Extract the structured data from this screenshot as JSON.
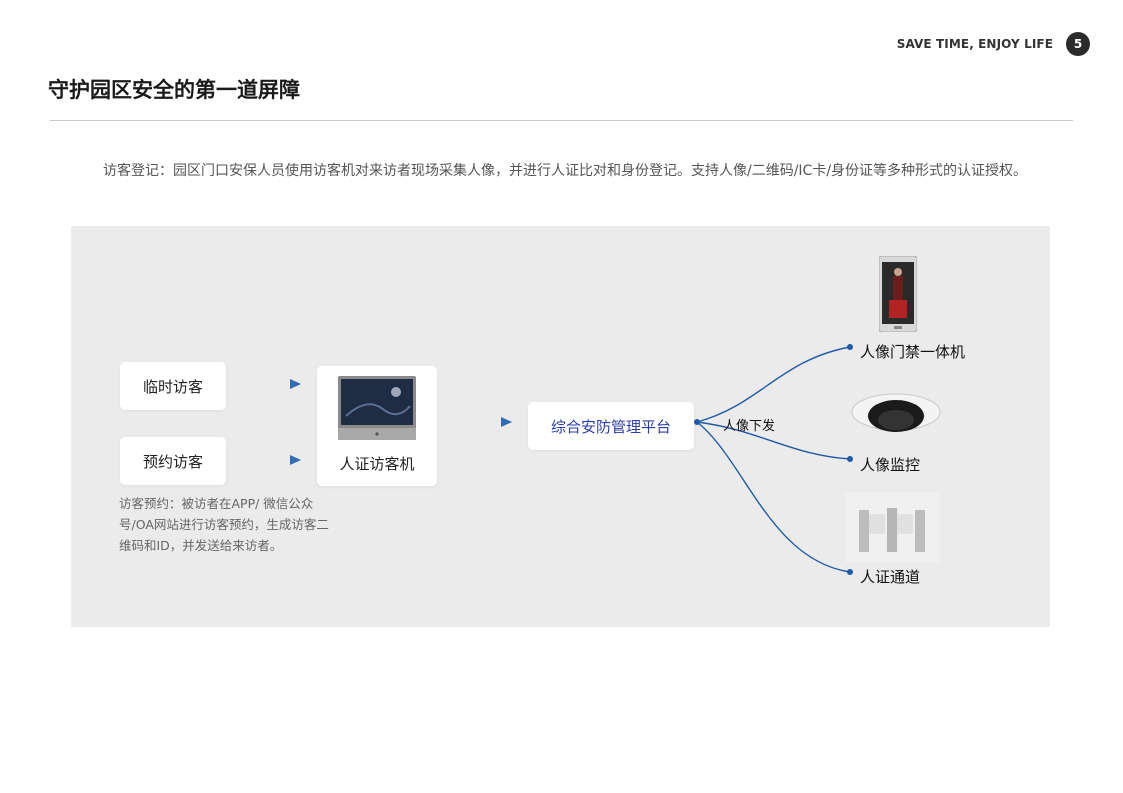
{
  "header": {
    "slogan": "SAVE TIME, ENJOY LIFE",
    "page_number": "5"
  },
  "title": "守护园区安全的第一道屏障",
  "intro": "访客登记：园区门口安保人员使用访客机对来访者现场采集人像，并进行人证比对和身份登记。支持人像/二维码/IC卡/身份证等多种形式的认证授权。",
  "diagram": {
    "visitor_temp": "临时访客",
    "visitor_booked": "预约访客",
    "booking_note": "访客预约：被访者在APP/ 微信公众号/OA网站进行访客预约，生成访客二维码和ID，并发送给来访者。",
    "kiosk_label": "人证访客机",
    "platform_label": "综合安防管理平台",
    "edge_label": "人像下发",
    "devices": [
      "人像门禁一体机",
      "人像监控",
      "人证通道"
    ]
  },
  "colors": {
    "arrow": "#2f6db5",
    "line": "#1e5aa8",
    "platform_text": "#2a3ea8"
  }
}
